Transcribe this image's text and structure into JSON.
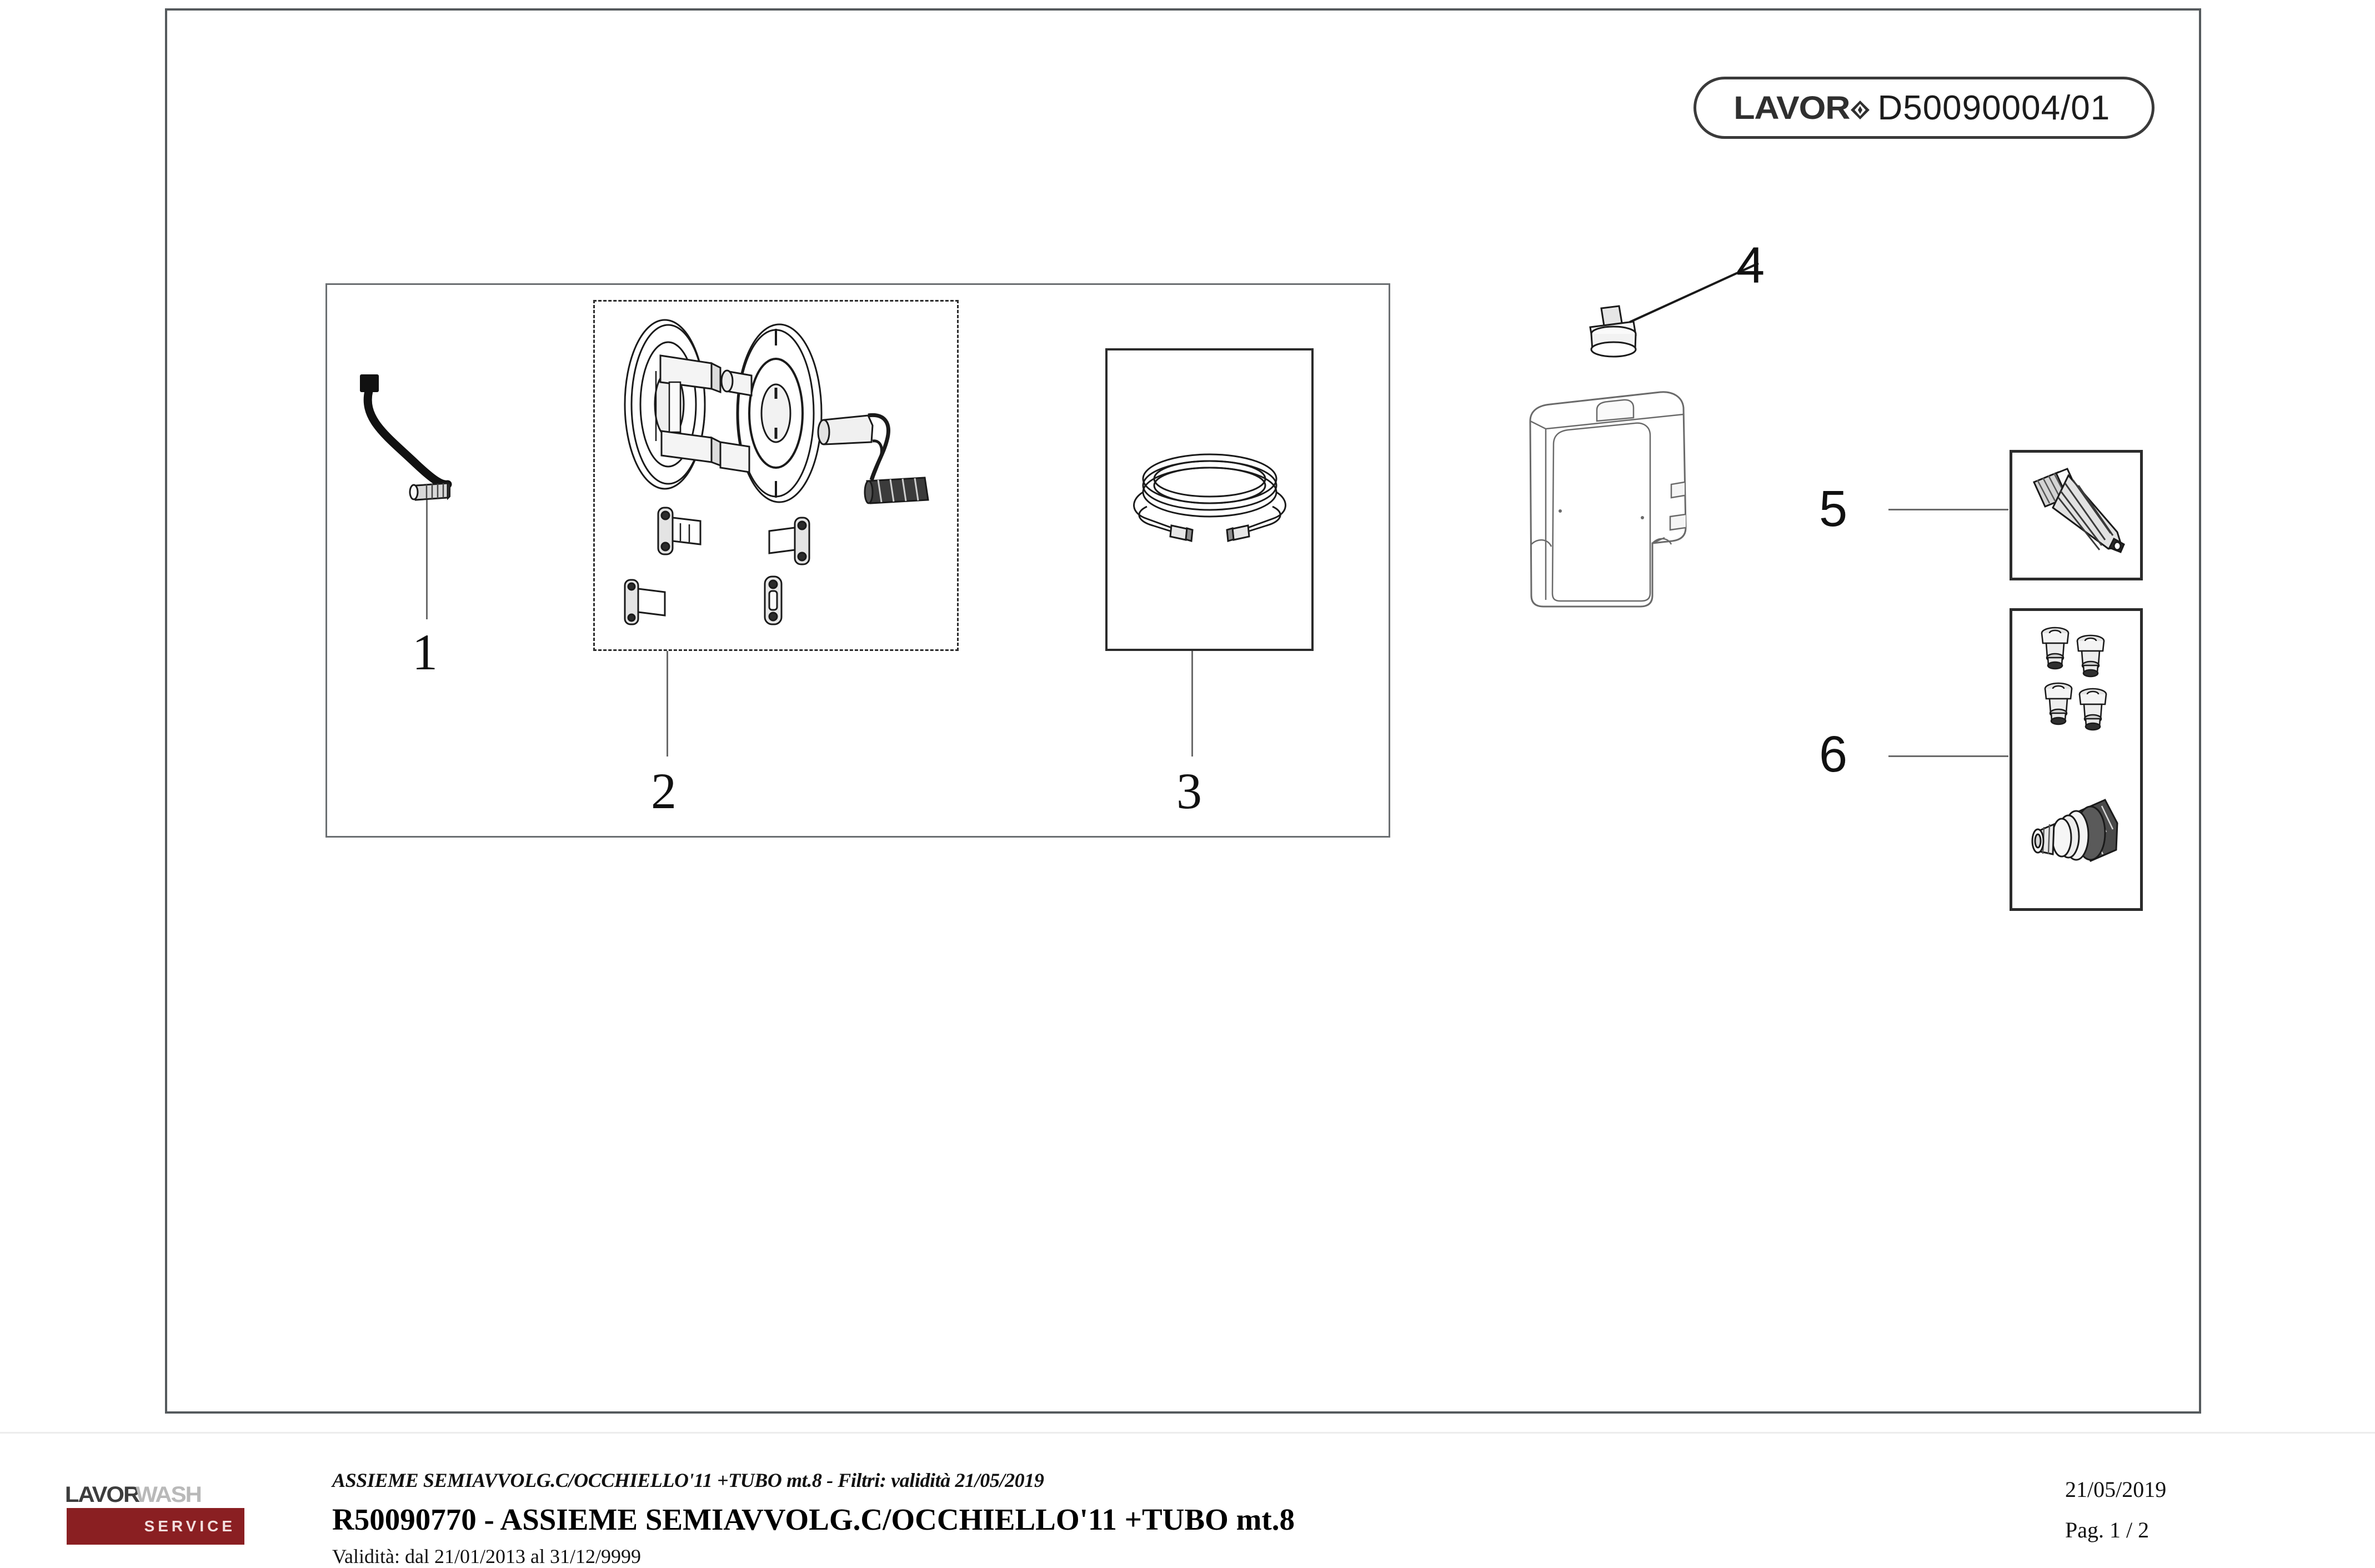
{
  "document": {
    "badge": {
      "brand": "LAVOR",
      "brand_icon": "diamond-icon",
      "code": "D50090004/01"
    }
  },
  "callouts": [
    {
      "number": "1",
      "target": "power-cable-assembly"
    },
    {
      "number": "2",
      "target": "hose-reel-assembly"
    },
    {
      "number": "3",
      "target": "coiled-hose"
    },
    {
      "number": "4",
      "target": "tank-cap"
    },
    {
      "number": "5",
      "target": "filter-nozzle"
    },
    {
      "number": "6",
      "target": "nozzle-tips-and-connector"
    }
  ],
  "parts": {
    "part1": {
      "label": "1",
      "name": "power-cable-assembly"
    },
    "part2": {
      "label": "2",
      "name": "hose-reel-assembly"
    },
    "part3": {
      "label": "3",
      "name": "coiled-hose"
    },
    "part4": {
      "label": "4",
      "name": "tank-cap"
    },
    "part5": {
      "label": "5",
      "name": "filter-nozzle"
    },
    "part6": {
      "label": "6",
      "name": "nozzle-tips-and-connector"
    },
    "tank": {
      "name": "detergent-tank"
    }
  },
  "footer": {
    "logo": {
      "word_dark": "LAVOR",
      "word_light": "WASH",
      "service": "SERVICE",
      "bar_color": "#8a1f22"
    },
    "subtitle": "ASSIEME SEMIAVVOLG.C/OCCHIELLO'11 +TUBO mt.8 - Filtri: validità 21/05/2019",
    "title": "R50090770 - ASSIEME SEMIAVVOLG.C/OCCHIELLO'11 +TUBO mt.8",
    "validity": "Validità: dal 21/01/2013 al 31/12/9999",
    "date": "21/05/2019",
    "page": "Pag. 1 / 2"
  }
}
